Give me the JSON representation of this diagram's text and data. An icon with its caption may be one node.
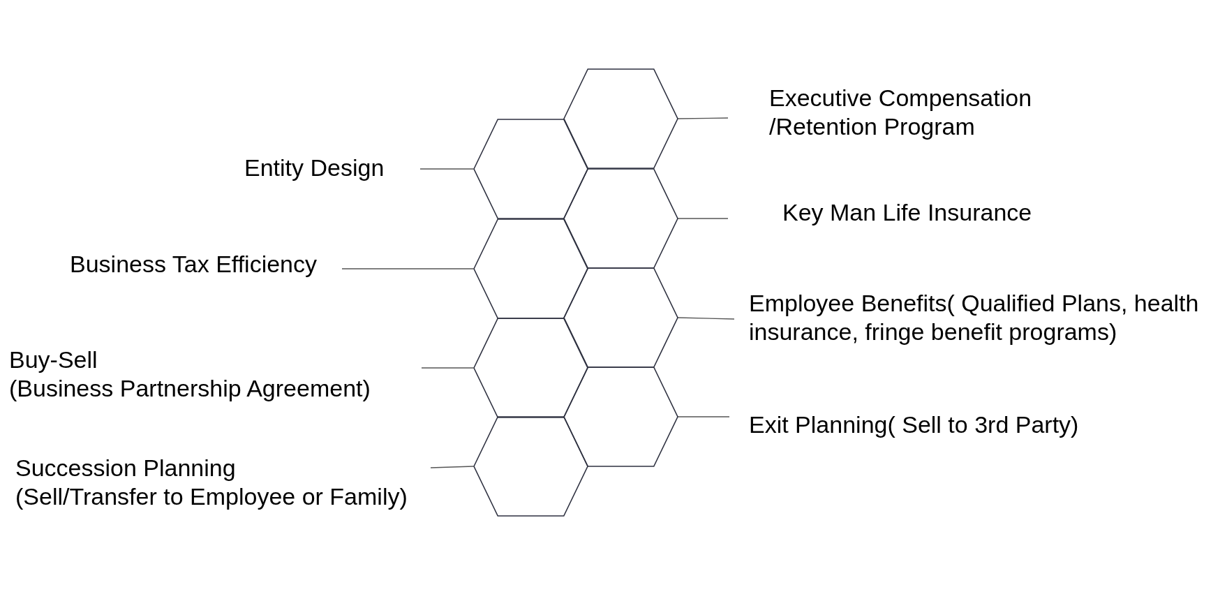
{
  "diagram": {
    "nodes": [
      {
        "text": [
          "Executive Compensation /Retention Program"
        ]
      },
      {
        "text": [
          "Entity Design"
        ]
      },
      {
        "text": [
          "Key Man Life Insurance"
        ]
      },
      {
        "text": [
          "Business Tax Efficiency"
        ]
      },
      {
        "text": [
          "Employee Benefits( Qualified Plans, health insurance, fringe benefit programs)"
        ]
      },
      {
        "text": [
          "Buy-Sell",
          "(Business Partnership Agreement)"
        ]
      },
      {
        "text": [
          "Exit Planning( Sell to 3rd Party)"
        ]
      },
      {
        "text": [
          "Succession Planning",
          "(Sell/Transfer to Employee or Family)"
        ]
      },
      {
        "text": [],
        "shape": "hexagon"
      },
      {
        "text": [],
        "shape": "hexagon"
      },
      {
        "text": [],
        "shape": "hexagon"
      },
      {
        "text": [],
        "shape": "hexagon"
      },
      {
        "text": [],
        "shape": "hexagon"
      },
      {
        "text": [],
        "shape": "hexagon"
      },
      {
        "text": [],
        "shape": "hexagon"
      },
      {
        "text": [],
        "shape": "hexagon"
      }
    ],
    "edges": [
      {
        "from": 0,
        "to": 8,
        "arrow": "none"
      },
      {
        "from": 1,
        "to": 9,
        "arrow": "none"
      },
      {
        "from": 2,
        "to": 10,
        "arrow": "none"
      },
      {
        "from": 3,
        "to": 11,
        "arrow": "none"
      },
      {
        "from": 4,
        "to": 12,
        "arrow": "none"
      },
      {
        "from": 5,
        "to": 13,
        "arrow": "none"
      },
      {
        "from": 6,
        "to": 14,
        "arrow": "none"
      },
      {
        "from": 7,
        "to": 15,
        "arrow": "none"
      }
    ]
  }
}
